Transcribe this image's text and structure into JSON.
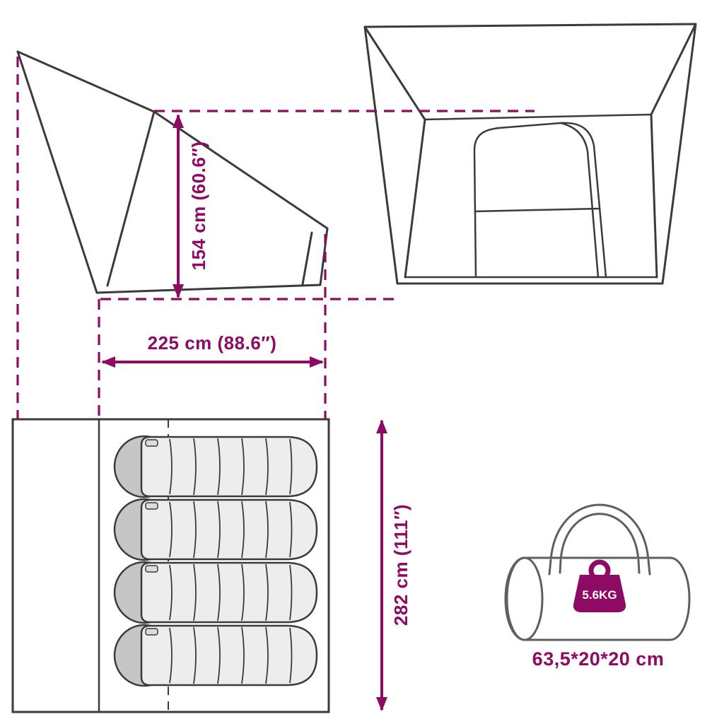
{
  "colors": {
    "accent": "#8D0B62",
    "line": "#3B3B3B"
  },
  "side_view": {
    "height_label": "154 cm (60.6″)",
    "width_label": "225 cm (88.6″)"
  },
  "floor_plan": {
    "length_label": "282 cm (111″)"
  },
  "carry_bag": {
    "weight_label": "5.6KG",
    "size_label": "63,5*20*20 cm"
  }
}
